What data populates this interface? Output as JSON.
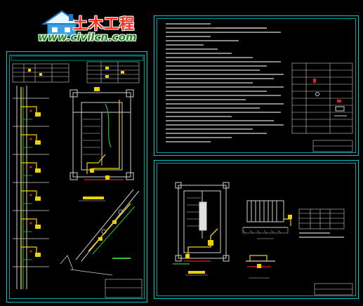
{
  "logo": {
    "title": "土木工程",
    "url": "www.civilcn.com",
    "house_icon": "house-icon"
  },
  "colors": {
    "background": "#000000",
    "frame": "#00c8c8",
    "linework": "#e0e0e0",
    "pipe_yellow": "#f0d000",
    "pipe_green": "#30c030",
    "pipe_red": "#e02020",
    "logo_red": "#ff2a1a",
    "logo_green": "#1e8f1e"
  },
  "sheets": [
    {
      "id": "left",
      "content": "riser-diagram-and-plan"
    },
    {
      "id": "top-right",
      "content": "design-notes-and-legend"
    },
    {
      "id": "bottom-right",
      "content": "plan-and-details"
    }
  ]
}
